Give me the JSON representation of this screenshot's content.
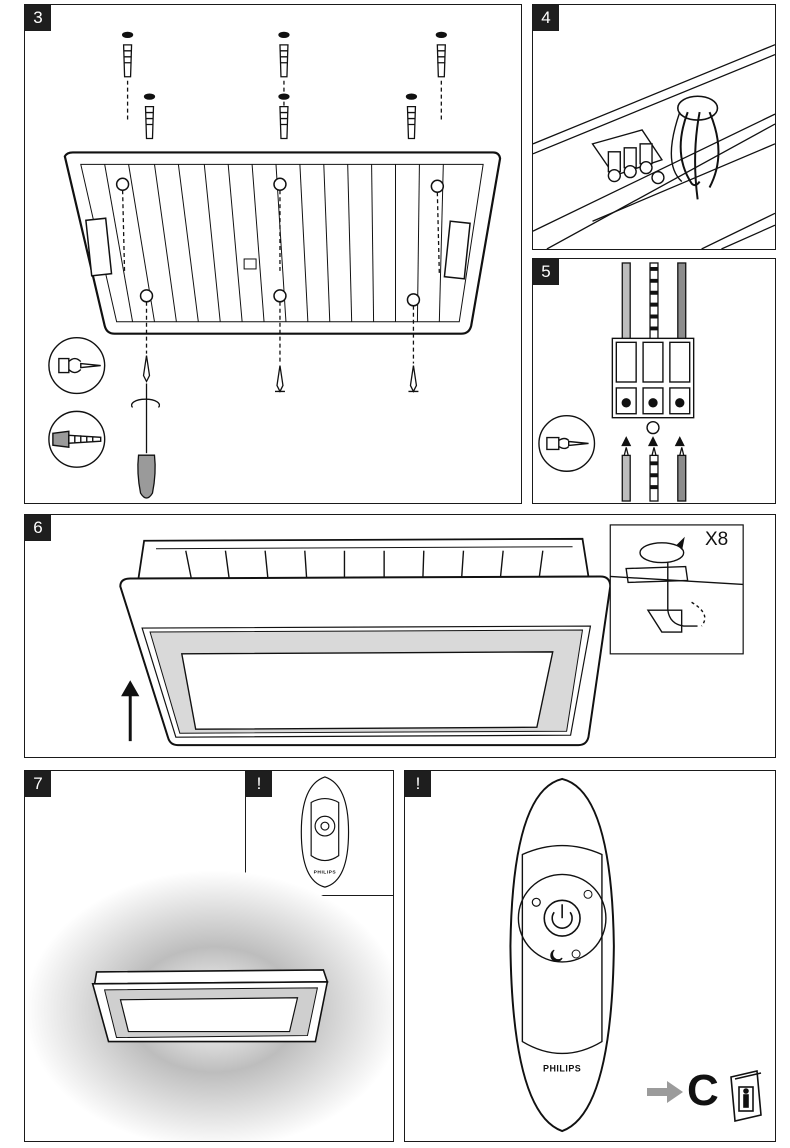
{
  "steps": {
    "s3": "3",
    "s4": "4",
    "s5": "5",
    "s6": "6",
    "s7": "7",
    "note_a": "!",
    "note_b": "!"
  },
  "step6_count_label": "X8",
  "remote": {
    "brand": "PHILIPS"
  },
  "next_section_label": "C",
  "colors": {
    "ink": "#1a1a1a",
    "tag_bg": "#1e1e1e",
    "arrow_gray": "#9b9b9b",
    "glow": "#bdbdbd"
  },
  "icons": [
    "screw-icon",
    "drill-bit-icon",
    "screwdriver-icon",
    "wall-plug-icon",
    "terminal-block-icon",
    "arrow-right-icon",
    "manual-book-icon",
    "rotate-arrow-icon",
    "power-icon",
    "sun-icon",
    "moon-icon"
  ]
}
